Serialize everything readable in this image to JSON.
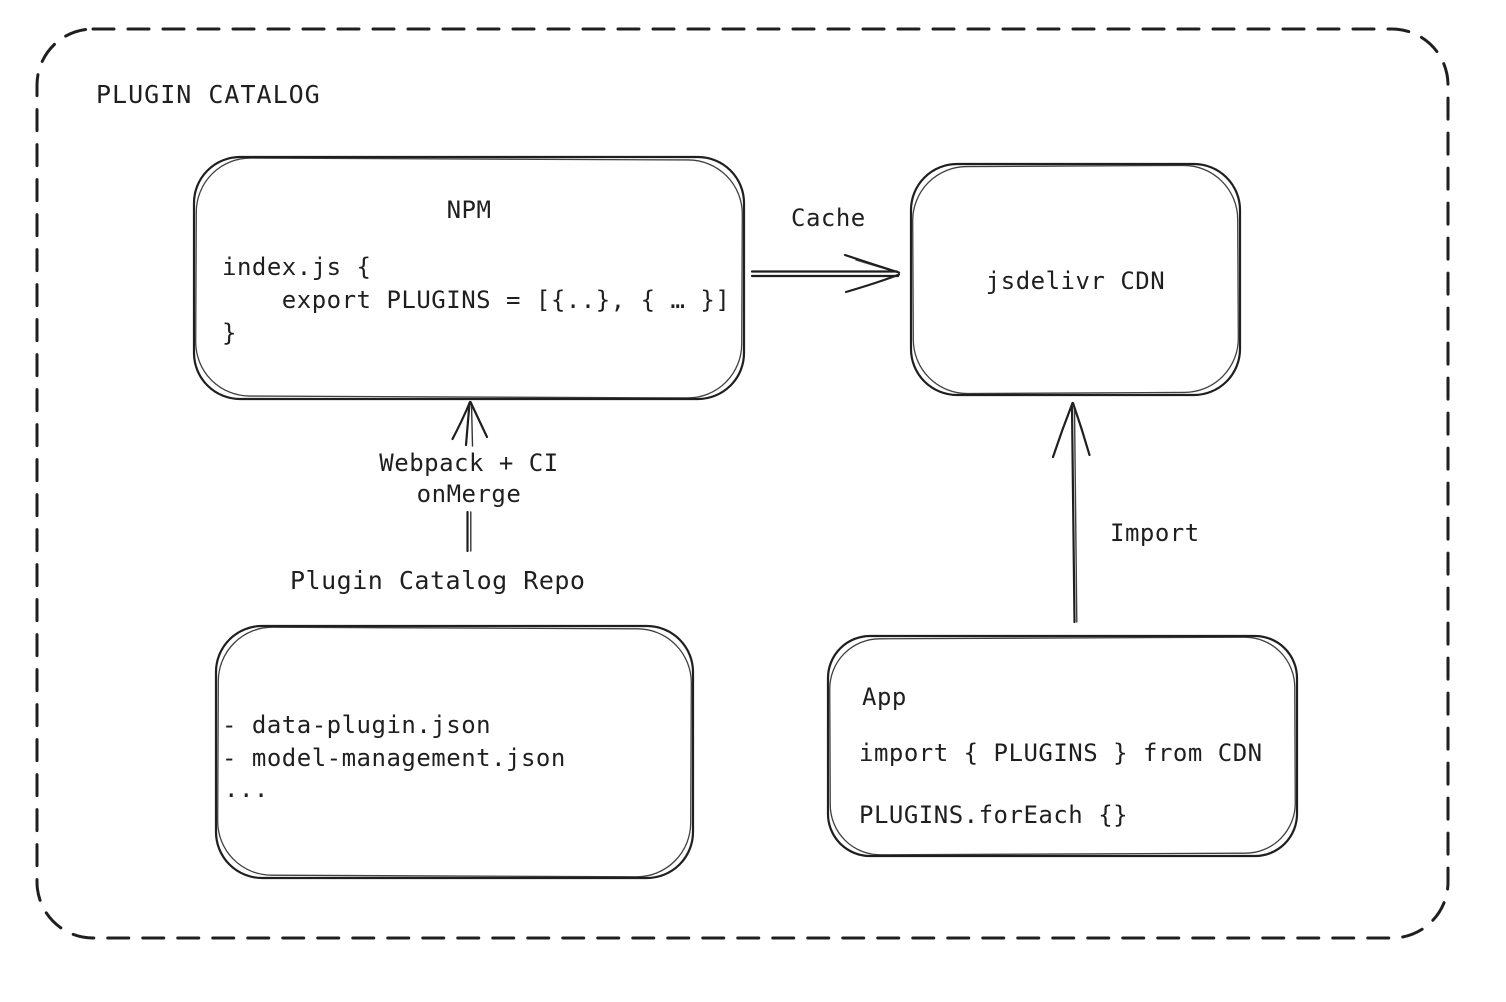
{
  "frame": {
    "title": "PLUGIN CATALOG"
  },
  "npm_box": {
    "title": "NPM",
    "code_lines": [
      "index.js {",
      "    export PLUGINS = [{..}, { … }]",
      "}"
    ]
  },
  "cdn_box": {
    "label": "jsdelivr CDN"
  },
  "repo_box": {
    "label": "Plugin Catalog Repo",
    "items": [
      "- data-plugin.json",
      "- model-management.json",
      "..."
    ]
  },
  "app_box": {
    "title": "App",
    "code_lines": [
      "import { PLUGINS } from CDN",
      "PLUGINS.forEach {}"
    ]
  },
  "arrows": {
    "cache_label": "Cache",
    "build_label_line1": "Webpack + CI",
    "build_label_line2": "onMerge",
    "import_label": "Import"
  },
  "colors": {
    "ink": "#1f1f1f",
    "background": "#ffffff"
  }
}
